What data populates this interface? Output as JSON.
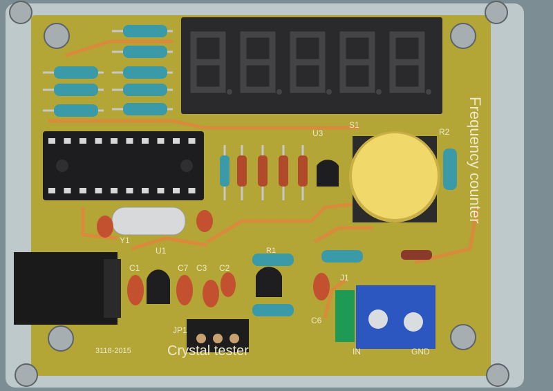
{
  "board": {
    "title": "Frequency counter",
    "subtitle": "Crystal tester",
    "code": "3118-2015",
    "labels": {
      "u3": "U3",
      "s1": "S1",
      "r2": "R2",
      "y1": "Y1",
      "u1": "U1",
      "c1": "C1",
      "c7": "C7",
      "c3": "C3",
      "c2": "C2",
      "c6": "C6",
      "r1": "R1",
      "j1": "J1",
      "jp1": "JP1",
      "in": "IN",
      "gnd": "GND"
    }
  },
  "colors": {
    "pcb": "#b3a536",
    "trace": "#d98a3a",
    "button": "#f1d86a",
    "terminal": "#2c57c0",
    "display": "#2a2a2c"
  }
}
